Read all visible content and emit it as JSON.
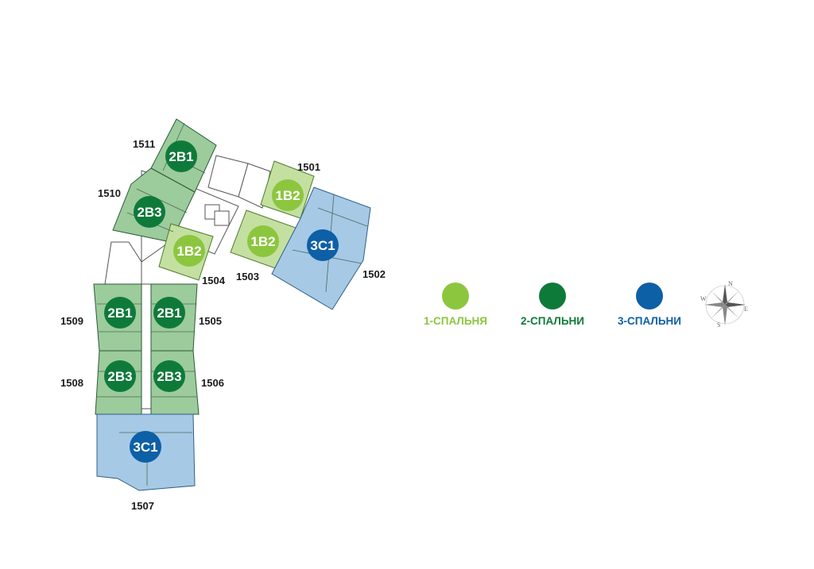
{
  "legend": [
    {
      "label": "1-СПАЛЬНЯ",
      "color": "#8cc63f"
    },
    {
      "label": "2-СПАЛЬНИ",
      "color": "#0e7a3a"
    },
    {
      "label": "3-СПАЛЬНИ",
      "color": "#0d5fa6"
    }
  ],
  "unit_types": {
    "1B2": "#8cc63f",
    "2B1": "#0e7a3a",
    "2B3": "#0e7a3a",
    "3C1": "#0d5fa6"
  },
  "fill_colors": {
    "light_green": "#c3e0a0",
    "dark_green": "#9ccb9c",
    "blue": "#a6c9e6"
  },
  "units": [
    {
      "number": "1501",
      "type": "1B2"
    },
    {
      "number": "1502",
      "type": "3C1"
    },
    {
      "number": "1503",
      "type": "1B2"
    },
    {
      "number": "1504",
      "type": "1B2"
    },
    {
      "number": "1505",
      "type": "2B1"
    },
    {
      "number": "1506",
      "type": "2B3"
    },
    {
      "number": "1507",
      "type": "3C1"
    },
    {
      "number": "1508",
      "type": "2B3"
    },
    {
      "number": "1509",
      "type": "2B1"
    },
    {
      "number": "1510",
      "type": "2B3"
    },
    {
      "number": "1511",
      "type": "2B1"
    }
  ],
  "compass": {
    "n": "N",
    "e": "E",
    "s": "S",
    "w": "W"
  }
}
